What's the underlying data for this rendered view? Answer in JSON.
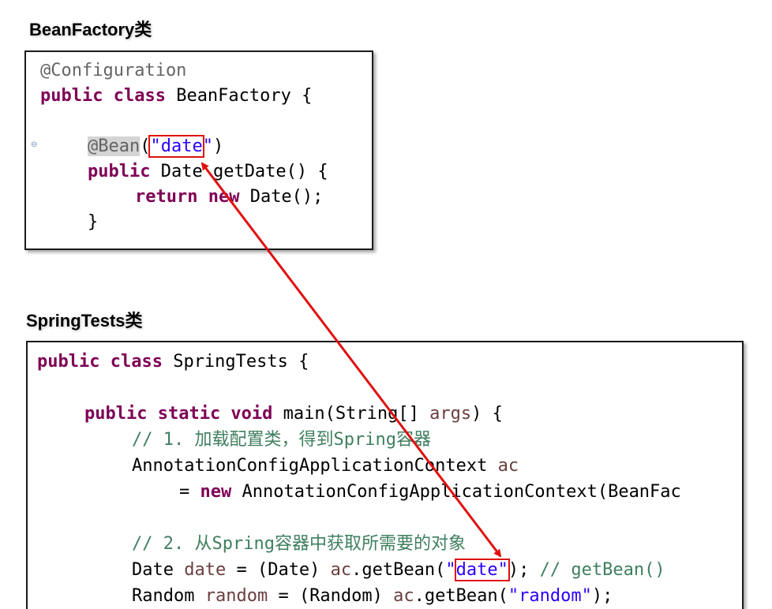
{
  "headings": {
    "bean_factory": "BeanFactory类",
    "spring_tests": "SpringTests类"
  },
  "bean_factory_code": {
    "l1_annotation": "@Configuration",
    "l2_kw": "public class",
    "l2_rest": " BeanFactory {",
    "l3_bean": "@Bean",
    "l3_open": "(",
    "l3_q1": "\"",
    "l3_str": "date",
    "l3_q2": "\"",
    "l3_close": ")",
    "l4_kw": "public",
    "l4_rest": " Date getDate() {",
    "l5_kw": "return new",
    "l5_rest": " Date();",
    "l6_brace": "}"
  },
  "spring_tests_code": {
    "l1_kw": "public class",
    "l1_rest": " SpringTests {",
    "l2_kw": "public static void",
    "l2_mid": " main(String[] ",
    "l2_var": "args",
    "l2_end": ") {",
    "l3_comment": "// 1. 加载配置类，得到Spring容器",
    "l4_text": "AnnotationConfigApplicationContext ",
    "l4_var": "ac",
    "l5_eq": "= ",
    "l5_kw": "new",
    "l5_rest": " AnnotationConfigApplicationContext(BeanFac",
    "l6_comment": "// 2. 从Spring容器中获取所需要的对象",
    "l7_a": "Date ",
    "l7_var": "date",
    "l7_b": " = (Date) ",
    "l7_var2": "ac",
    "l7_c": ".getBean(",
    "l7_q1": "\"",
    "l7_str": "date",
    "l7_q2": "\"",
    "l7_d": "); ",
    "l7_comment": "// getBean()",
    "l8_a": "Random ",
    "l8_var": "random",
    "l8_b": " = (Random) ",
    "l8_var2": "ac",
    "l8_c": ".getBean(",
    "l8_str": "\"random\"",
    "l8_d": ");"
  },
  "colors": {
    "keyword": "#7f0055",
    "string": "#2a00ff",
    "comment": "#3f7f5f",
    "annotation": "#646464",
    "local_variable": "#6a3e3e",
    "highlight_red": "#e01010"
  }
}
